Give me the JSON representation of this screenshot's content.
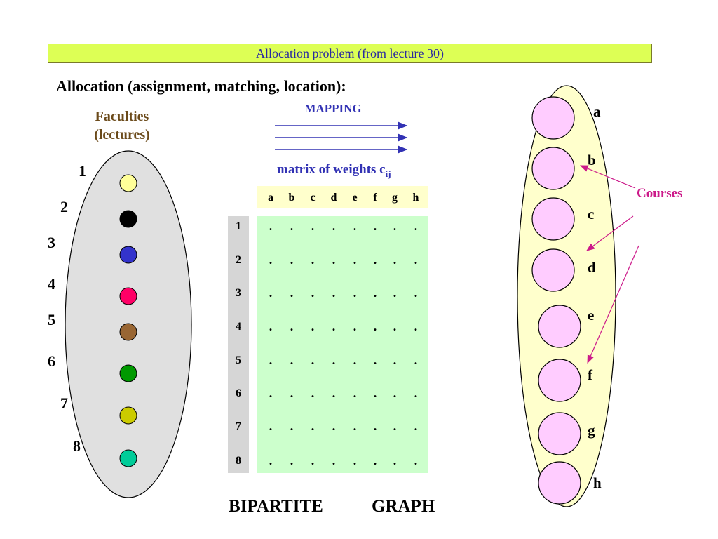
{
  "title": "Allocation problem (from lecture 30)",
  "heading": "Allocation (assignment, matching, location):",
  "faculties": {
    "label_line1": "Faculties",
    "label_line2": "(lectures)",
    "items": [
      {
        "label": "1",
        "color": "#ffff99"
      },
      {
        "label": "2",
        "color": "#000000"
      },
      {
        "label": "3",
        "color": "#3333cc"
      },
      {
        "label": "4",
        "color": "#ff0066"
      },
      {
        "label": "5",
        "color": "#996633"
      },
      {
        "label": "6",
        "color": "#009900"
      },
      {
        "label": "7",
        "color": "#cccc00"
      },
      {
        "label": "8",
        "color": "#00cc99"
      }
    ]
  },
  "mapping_label": "MAPPING",
  "matrix": {
    "label": "matrix of weights  c",
    "label_sub": "ij",
    "columns": [
      "a",
      "b",
      "c",
      "d",
      "e",
      "f",
      "g",
      "h"
    ],
    "rows": [
      "1",
      "2",
      "3",
      "4",
      "5",
      "6",
      "7",
      "8"
    ],
    "cell": "."
  },
  "courses": {
    "label": "Courses",
    "items": [
      "a",
      "b",
      "c",
      "d",
      "e",
      "f",
      "g",
      "h"
    ],
    "circle_color": "#ffccff",
    "ellipse_color": "#ffffcc"
  },
  "footer": {
    "word1": "BIPARTITE",
    "word2": "GRAPH"
  }
}
